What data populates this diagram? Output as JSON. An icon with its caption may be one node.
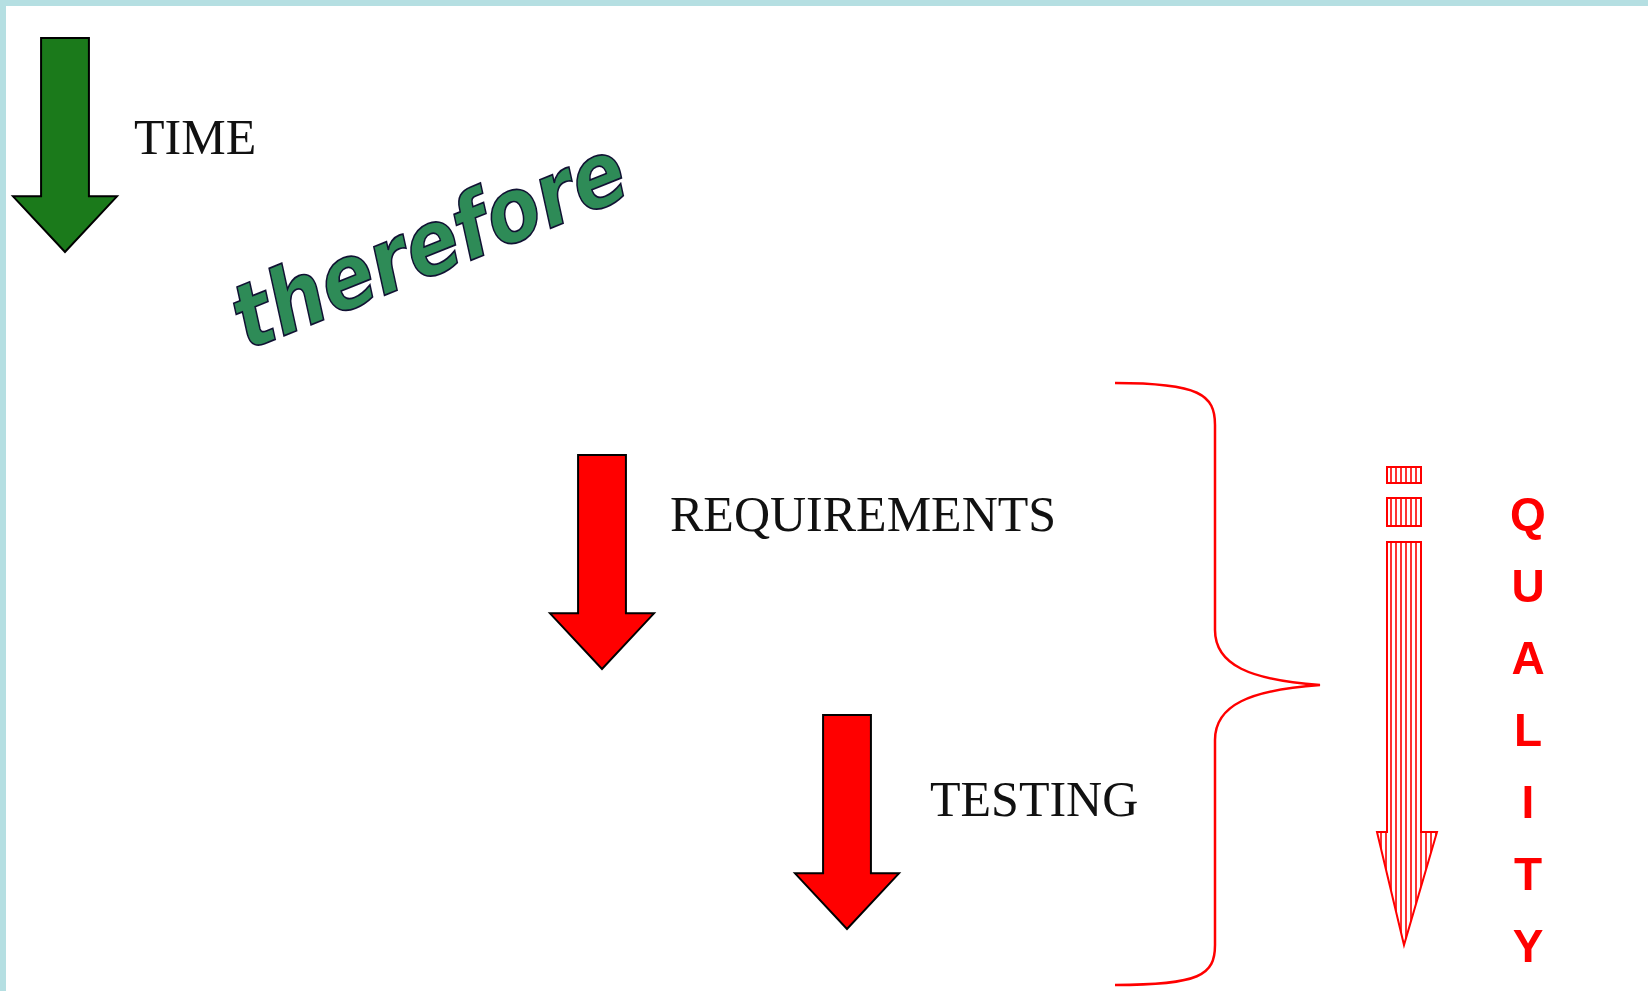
{
  "diagram": {
    "labels": [
      "TIME",
      "therefore",
      "REQUIREMENTS",
      "TESTING",
      "QUALITY"
    ]
  }
}
